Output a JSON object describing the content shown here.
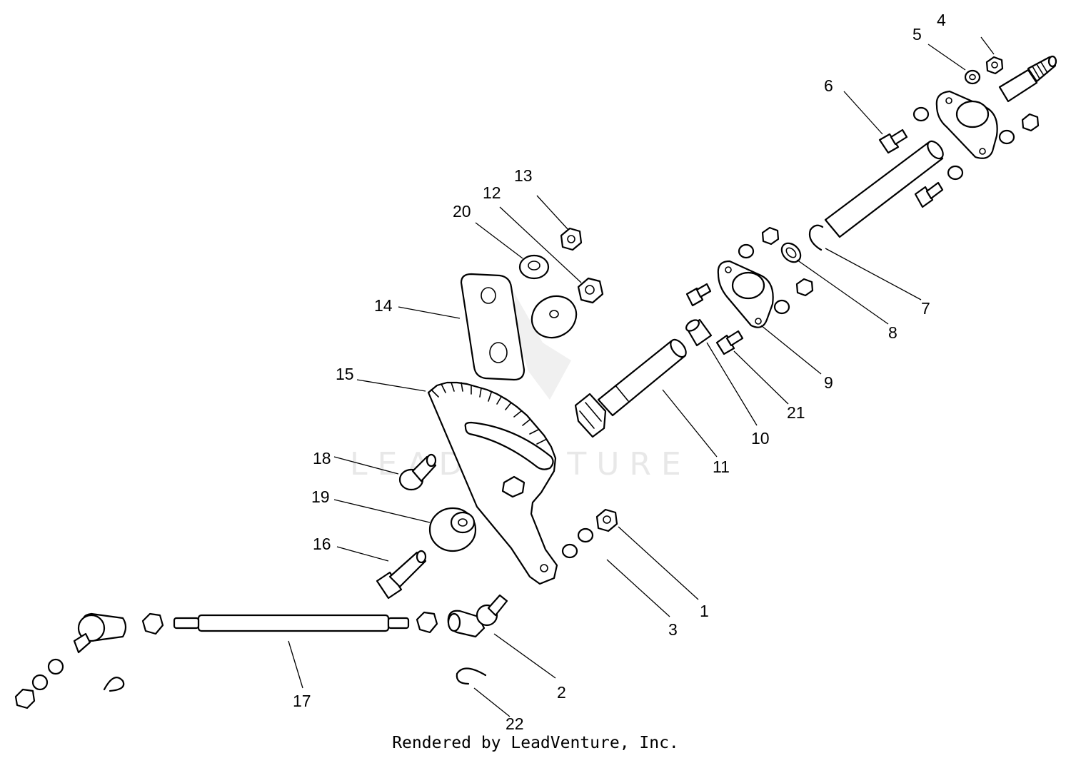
{
  "watermark": {
    "text": "LEADVENTURE"
  },
  "footer": {
    "credit": "Rendered by LeadVenture, Inc."
  },
  "callouts": {
    "c1": "1",
    "c2": "2",
    "c3": "3",
    "c4": "4",
    "c5": "5",
    "c6": "6",
    "c7": "7",
    "c8": "8",
    "c9": "9",
    "c10": "10",
    "c11": "11",
    "c12": "12",
    "c13": "13",
    "c14": "14",
    "c15": "15",
    "c16": "16",
    "c17": "17",
    "c18": "18",
    "c19": "19",
    "c20": "20",
    "c21": "21",
    "c22": "22"
  },
  "colors": {
    "line": "#000000",
    "background": "#ffffff",
    "watermark": "#e8e8e8"
  }
}
